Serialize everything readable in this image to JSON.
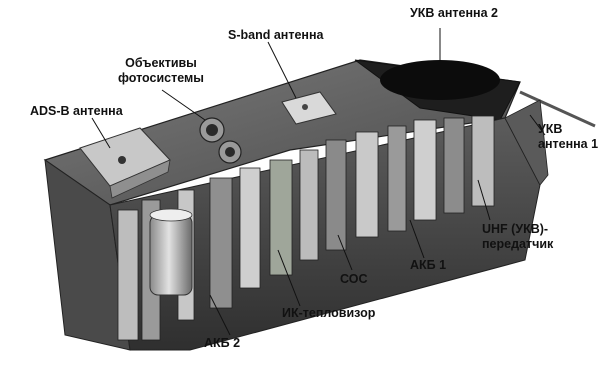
{
  "labels": {
    "ads_b": "ADS-B антенна",
    "lenses_line1": "Объективы",
    "lenses_line2": "фотосистемы",
    "s_band": "S-band антенна",
    "vhf2": "УКВ антенна 2",
    "vhf1_line1": "УКВ",
    "vhf1_line2": "антенна 1",
    "uhf_line1": "UHF (УКВ)-",
    "uhf_line2": "передатчик",
    "akb1": "АКБ 1",
    "coc": "СОС",
    "ir": "ИК-тепловизор",
    "akb2": "АКБ 2"
  },
  "colors": {
    "ink": "#111111",
    "frame_dark": "#3a3a3a",
    "frame_mid": "#6e6e6e",
    "panel_light": "#b8b8b8",
    "board_green": "#9fa69a",
    "pad_light": "#d6d6d6"
  }
}
